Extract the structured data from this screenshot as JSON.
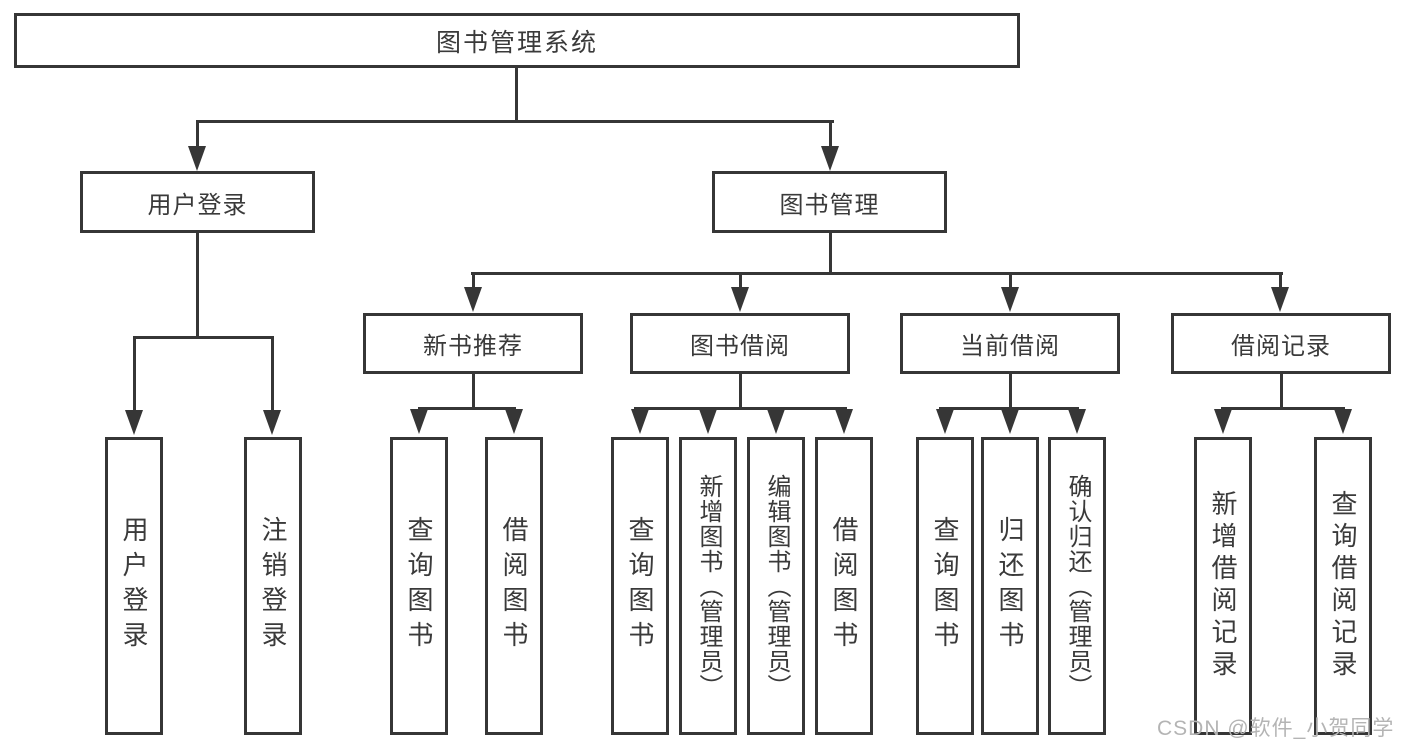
{
  "diagram": {
    "root": "图书管理系统",
    "branches": [
      {
        "label": "用户登录",
        "children": [
          "用户登录",
          "注销登录"
        ]
      },
      {
        "label": "图书管理",
        "groups": [
          {
            "label": "新书推荐",
            "children": [
              "查询图书",
              "借阅图书"
            ]
          },
          {
            "label": "图书借阅",
            "children": [
              "查询图书",
              "新增图书（管理员）",
              "编辑图书（管理员）",
              "借阅图书"
            ]
          },
          {
            "label": "当前借阅",
            "children": [
              "查询图书",
              "归还图书",
              "确认归还（管理员）"
            ]
          },
          {
            "label": "借阅记录",
            "children": [
              "新增借阅记录",
              "查询借阅记录"
            ]
          }
        ]
      }
    ]
  },
  "watermark": "CSDN @软件_小贺同学",
  "colors": {
    "line": "#363636",
    "box_border": "#363636",
    "text": "#3a3a3a",
    "box_fill": "#ffffff",
    "watermark": "#b4b4b4",
    "background": "#ffffff"
  }
}
